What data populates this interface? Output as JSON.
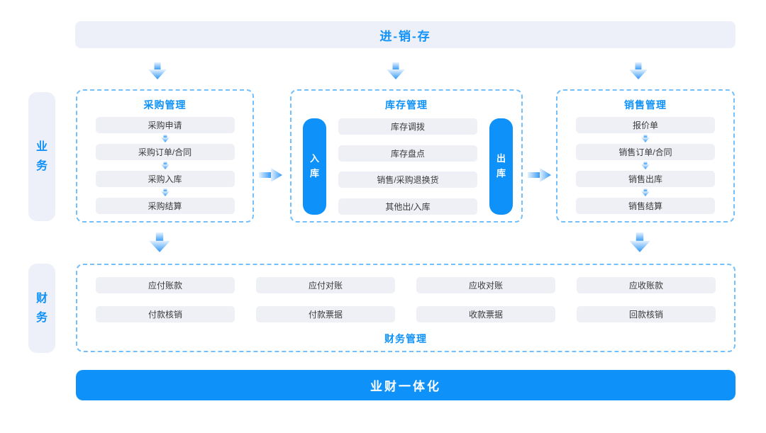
{
  "header": {
    "title": "进-销-存"
  },
  "sidebar": {
    "business_label": "业务",
    "finance_label": "财务"
  },
  "purchase": {
    "title": "采购管理",
    "items": [
      "采购申请",
      "采购订单/合同",
      "采购入库",
      "采购结算"
    ]
  },
  "inventory": {
    "title": "库存管理",
    "inbound_label": "入库",
    "outbound_label": "出库",
    "items": [
      "库存调拨",
      "库存盘点",
      "销售/采购退换货",
      "其他出/入库"
    ]
  },
  "sales": {
    "title": "销售管理",
    "items": [
      "报价单",
      "销售订单/合同",
      "销售出库",
      "销售结算"
    ]
  },
  "finance": {
    "title": "财务管理",
    "items": [
      "应付账款",
      "应付对账",
      "应收对账",
      "应收账款",
      "付款核销",
      "付款票据",
      "收款票据",
      "回款核销"
    ]
  },
  "footer": {
    "title": "业财一体化"
  },
  "colors": {
    "accent": "#0e91f8",
    "panel_bg": "#edf0f8",
    "item_bg": "#eef0f6",
    "dashed_border": "#74c0fc",
    "arrow_gradient_from": "#e6f1fe",
    "arrow_gradient_to": "#2f98f7",
    "item_text": "#3a3a3a"
  }
}
